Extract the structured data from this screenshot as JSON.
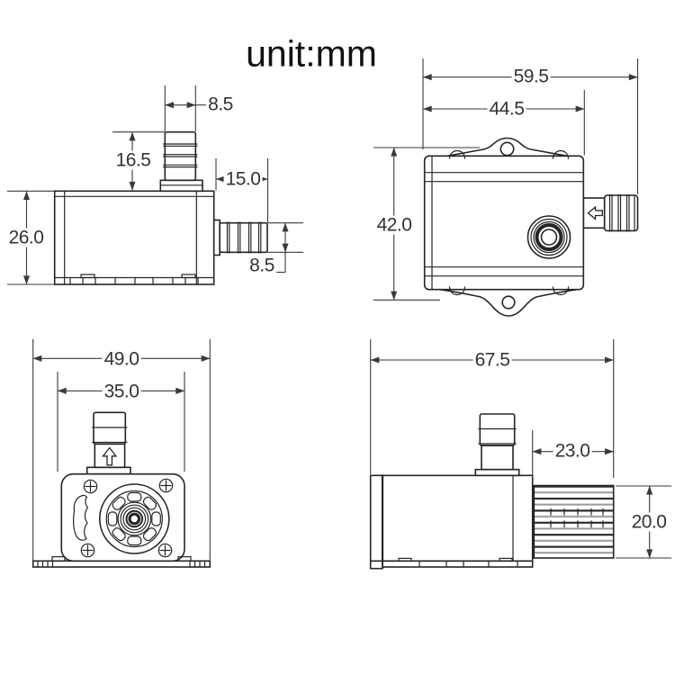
{
  "title": "unit:mm",
  "colors": {
    "line": "#252525",
    "dimension": "#3a3a3a",
    "text": "#333333",
    "background": "#ffffff",
    "strainer_stripe": "#999999"
  },
  "views": {
    "side_view_left": {
      "dims": {
        "outlet_barb_width": "8.5",
        "outlet_height": "16.5",
        "inlet_length": "15.0",
        "body_height": "26.0",
        "inlet_barb_diameter": "8.5"
      }
    },
    "top_view": {
      "dims": {
        "overall_length": "59.5",
        "body_length": "44.5",
        "body_width": "42.0"
      }
    },
    "front_view": {
      "dims": {
        "overall_width": "49.0",
        "body_width": "35.0"
      }
    },
    "side_view_right": {
      "dims": {
        "overall_length": "67.5",
        "strainer_length": "23.0",
        "strainer_height": "20.0"
      }
    }
  }
}
